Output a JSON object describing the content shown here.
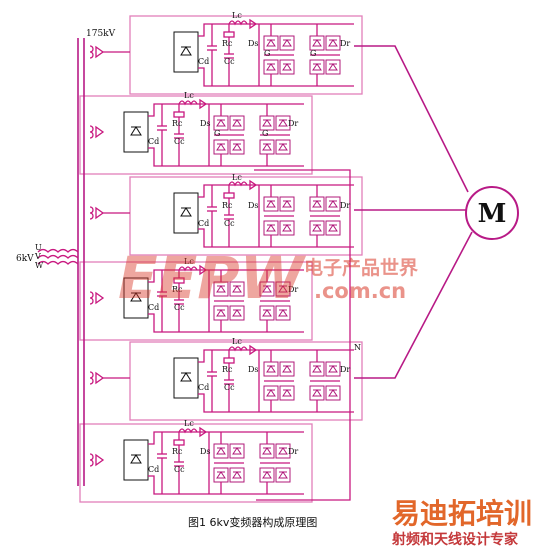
{
  "labels": {
    "input_voltage": "6kV",
    "phase_u": "U",
    "phase_v": "V",
    "phase_w": "W",
    "secondary_voltage": "175kV",
    "motor": "M",
    "neutral": "N",
    "cd": "Cd",
    "lc": "Lc",
    "rc": "Rc",
    "cc": "Cc",
    "ds": "Ds",
    "dr": "Dr",
    "g": "G"
  },
  "watermark": {
    "logo": "EEPW",
    "chinese_name": "电子产品世界",
    "url": ".com.cn"
  },
  "caption": "图1 6kv变频器构成原理图",
  "branding": {
    "brand": "易迪拓培训",
    "slogan": "射频和天线设计专家"
  },
  "colors": {
    "wire": "#c8187f",
    "watermark": "#d93a2a",
    "brand": "#e2672a"
  }
}
